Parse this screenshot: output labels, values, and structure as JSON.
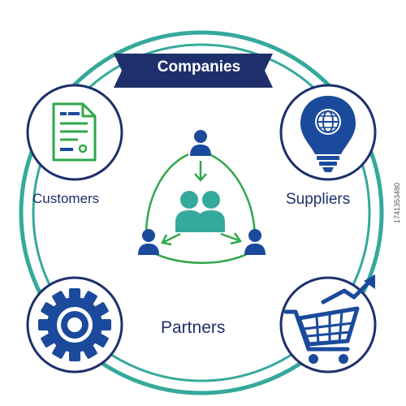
{
  "title": "Companies",
  "nodes": {
    "customers": "Customers",
    "suppliers": "Suppliers",
    "partners": "Partners"
  },
  "side_text": "1741353480",
  "colors": {
    "navy": "#1f2f6b",
    "blue": "#1b4a9c",
    "teal": "#35a99b",
    "green": "#2ea84a"
  },
  "icons": {
    "customers": "document-icon",
    "suppliers": "globe-lightbulb-icon",
    "partners": "gear-icon",
    "cart": "shopping-cart-trend-icon",
    "center": "user-network-icon"
  }
}
